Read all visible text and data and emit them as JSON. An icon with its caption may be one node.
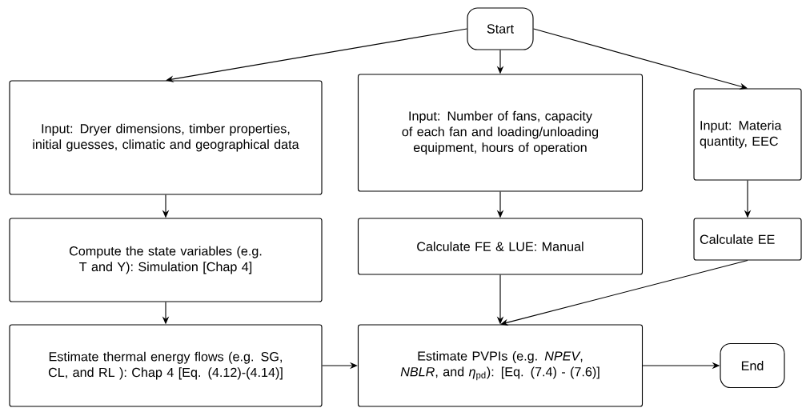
{
  "diagram": {
    "nodes": [
      {
        "text": [
          "Start"
        ]
      },
      {
        "text": [
          "Input: Dryer dimensions, timber properties, initial guesses, climatic and geographical data"
        ]
      },
      {
        "text": [
          "Input: Number of fans, capacity of each fan and loading/unloading equipment, hours of operation"
        ]
      },
      {
        "text": [
          "Input: Materia quantity, EEC"
        ]
      },
      {
        "text": [
          "Compute the state variables (e.g. T and Y): Simulation [Chap 4]"
        ]
      },
      {
        "text": [
          "Calculate FE & LUE: Manual"
        ]
      },
      {
        "text": [
          "Calculate EE"
        ]
      },
      {
        "text": [
          "Estimate thermal energy flows (e.g. SG, CL, and RL ): Chap 4 [Eq. (4.12)-(4.14)]"
        ]
      },
      {
        "text": [
          "Estimate PVPIs (e.g. *NPEV*, *NBLR*, and *η*$_{pd}$): [Eq. (7.4) - (7.6)]"
        ]
      },
      {
        "text": [
          "End"
        ]
      }
    ],
    "edges": [
      {
        "from": 0,
        "to": 1,
        "arrow": "to"
      },
      {
        "from": 0,
        "to": 2,
        "arrow": "to"
      },
      {
        "from": 0,
        "to": 3,
        "arrow": "to"
      },
      {
        "from": 1,
        "to": 4,
        "arrow": "to"
      },
      {
        "from": 2,
        "to": 5,
        "arrow": "to"
      },
      {
        "from": 3,
        "to": 6,
        "arrow": "to"
      },
      {
        "from": 4,
        "to": 7,
        "arrow": "to"
      },
      {
        "from": 5,
        "to": 8,
        "arrow": "to"
      },
      {
        "from": 6,
        "to": 8,
        "arrow": "to"
      },
      {
        "from": 7,
        "to": 8,
        "arrow": "to"
      },
      {
        "from": 8,
        "to": 9,
        "arrow": "to"
      }
    ]
  }
}
